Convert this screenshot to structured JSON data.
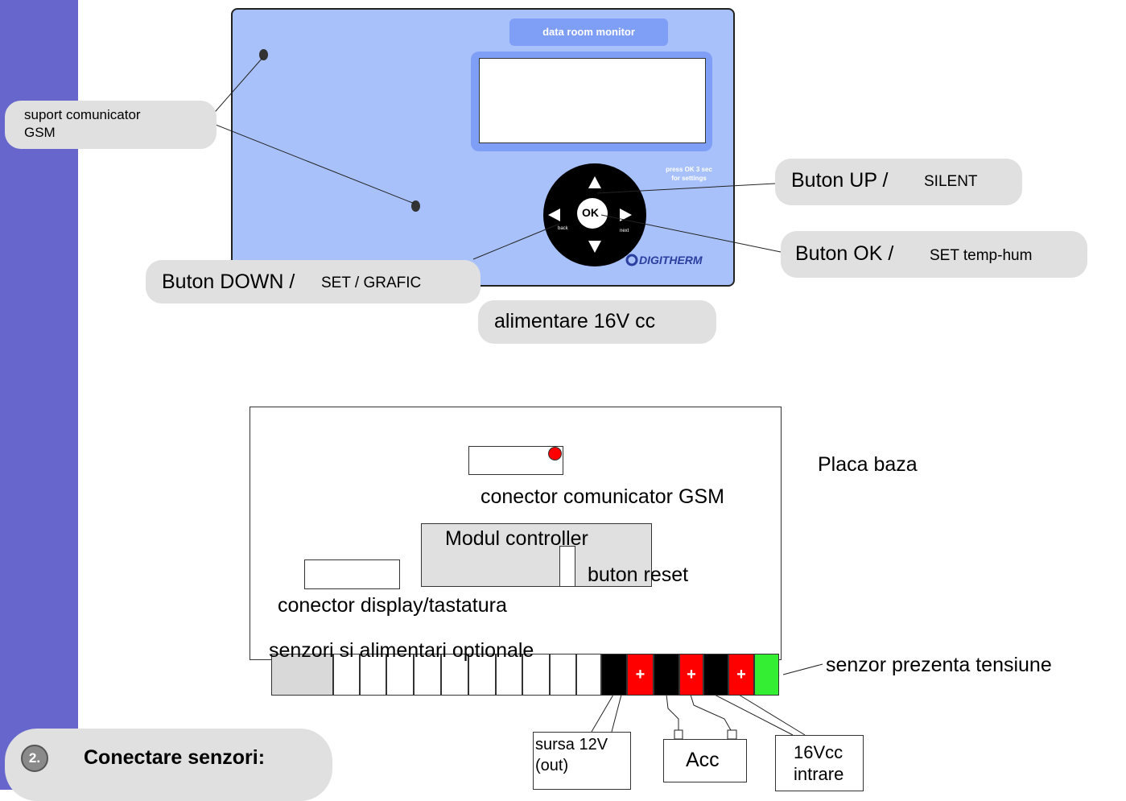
{
  "device": {
    "brand_label": "data room monitor",
    "ok_label": "OK",
    "back_label": "back",
    "next_label": "next",
    "hint_text": "press OK 3 sec for settings",
    "logo_text": "DIGITHERM"
  },
  "callouts": {
    "gsm_support_line1": "suport comunicator",
    "gsm_support_line2": "GSM",
    "up_main": "Buton UP / ",
    "up_small": "SILENT",
    "ok_main": "Buton OK / ",
    "ok_small": "SET temp-hum",
    "down_main": "Buton DOWN / ",
    "down_small": "SET / GRAFIC",
    "power": "alimentare 16V cc"
  },
  "board": {
    "title": "Placa baza",
    "gsm_connector": "conector comunicator GSM",
    "controller_module": "Modul controller",
    "reset_button": "buton reset",
    "display_connector": "conector display/tastatura",
    "optional_sensors": "senzori si alimentari optionale",
    "voltage_sensor": "senzor prezenta tensiune",
    "plus": "+"
  },
  "wiring": {
    "source_line1": "sursa 12V",
    "source_line2": "(out)",
    "battery": "Acc",
    "input_line1": "16Vcc",
    "input_line2": "intrare"
  },
  "section": {
    "number": "2.",
    "title": "Conectare senzori:"
  },
  "colors": {
    "sidebar": "#6666cc",
    "device_body": "#a9c1fb",
    "terminal_red": "#ff0000",
    "terminal_green": "#33ee33"
  }
}
